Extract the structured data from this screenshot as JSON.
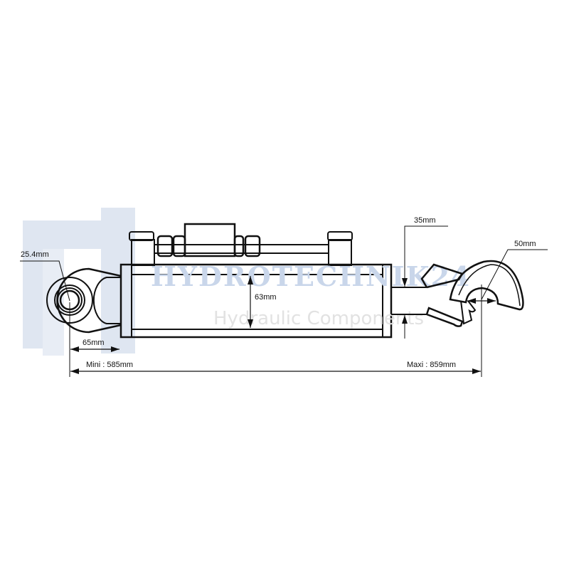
{
  "watermark": {
    "brand": "HYDROTECHNIK24",
    "tagline": "Hydraulic Components"
  },
  "dimensions": {
    "pin_diameter": "25.4mm",
    "eye_offset": "65mm",
    "bore": "63mm",
    "rod": "35mm",
    "hook_opening": "50mm",
    "min_length": "Mini : 585mm",
    "max_length": "Maxi : 859mm"
  },
  "colors": {
    "watermark_blue": "#c9d6ea",
    "watermark_gray": "#e2e2e2",
    "line": "#111111"
  }
}
